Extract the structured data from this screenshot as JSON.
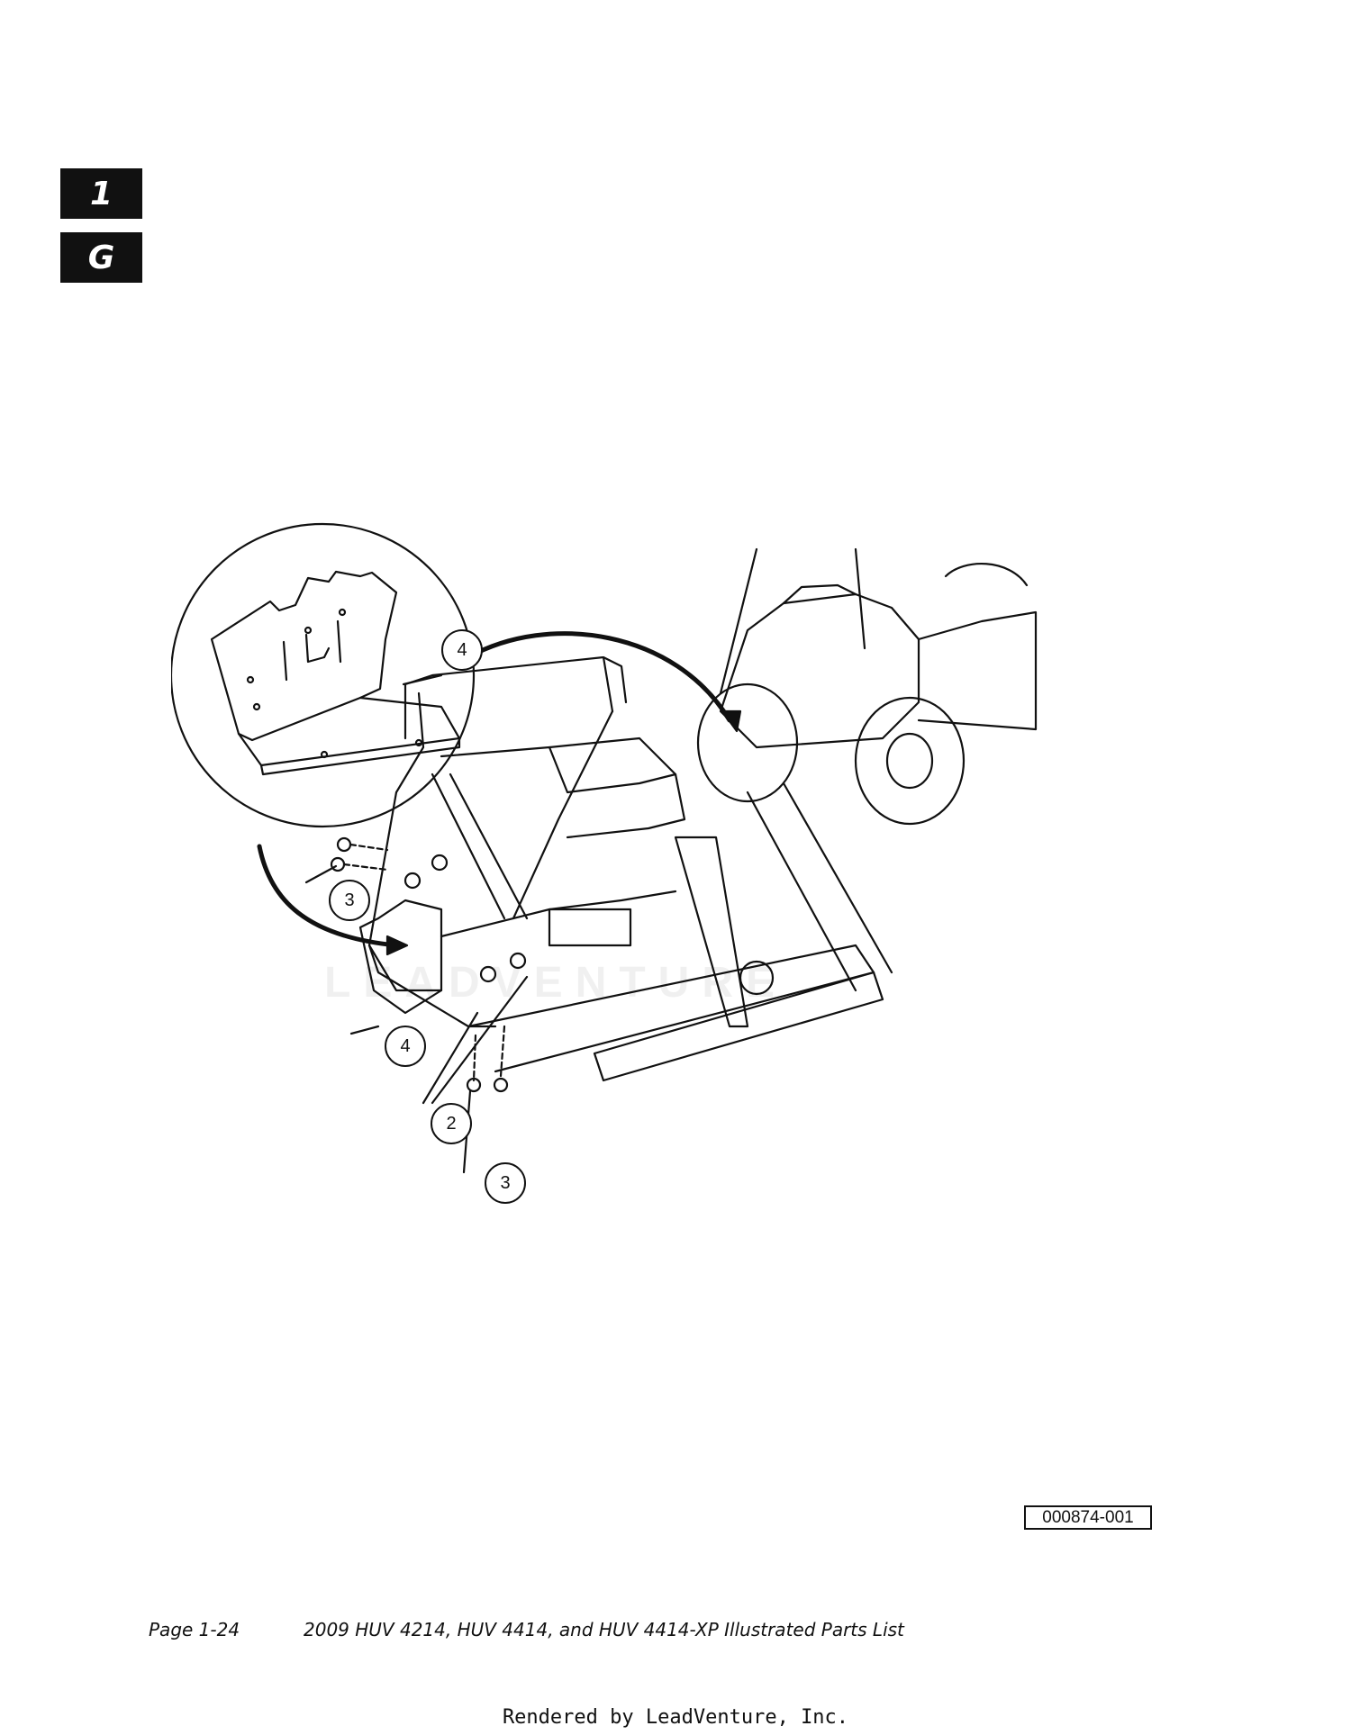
{
  "section_tabs": [
    "1",
    "G"
  ],
  "callouts": [
    "4",
    "3",
    "4",
    "2",
    "3"
  ],
  "figure_id": "000874-001",
  "watermark": "LEADVENTURE",
  "footer": {
    "page": "Page 1-24",
    "title": "2009 HUV 4214, HUV 4414, and HUV 4414-XP Illustrated Parts List"
  },
  "rendered_by": "Rendered by LeadVenture, Inc."
}
